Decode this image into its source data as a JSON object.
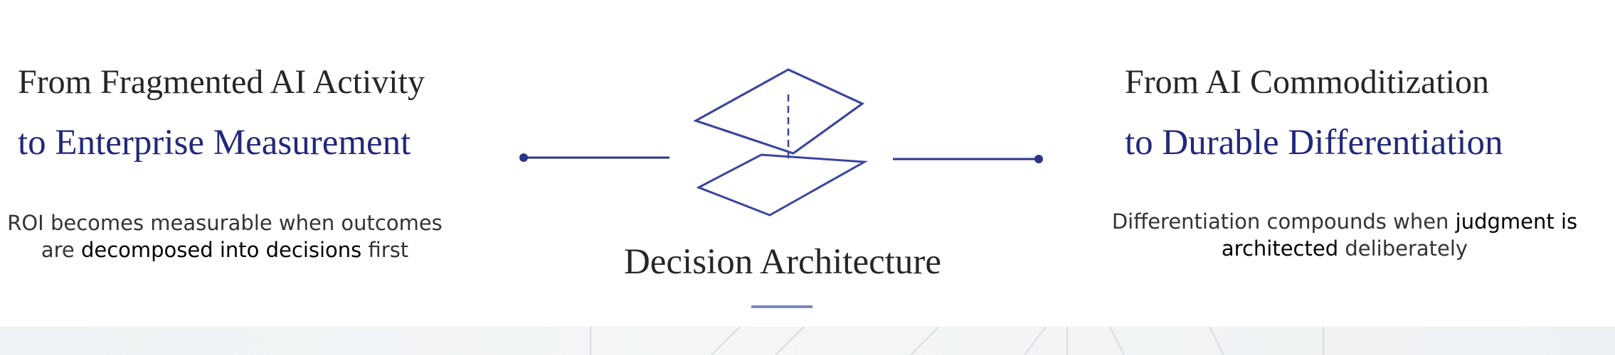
{
  "colors": {
    "accent": "#22287a",
    "heading_dark": "#262626",
    "body_text": "#333333",
    "underline": "#7d87bf"
  },
  "left": {
    "heading_line1": "From Fragmented AI Activity",
    "heading_line2": "to Enterprise Measurement",
    "description": {
      "part1": "ROI becomes measurable when outcomes",
      "part2": "are ",
      "emphasis": "decomposed into decisions",
      "part3": " first"
    }
  },
  "center": {
    "title": "Decision Architecture",
    "icon": "stacked-planes-icon"
  },
  "right": {
    "heading_line1": "From AI Commoditization",
    "heading_line2": "to Durable Differentiation",
    "description": {
      "part1": "Differentiation compounds when ",
      "emphasis1": "judgment is",
      "emphasis2": "architected",
      "part2": " deliberately"
    }
  }
}
